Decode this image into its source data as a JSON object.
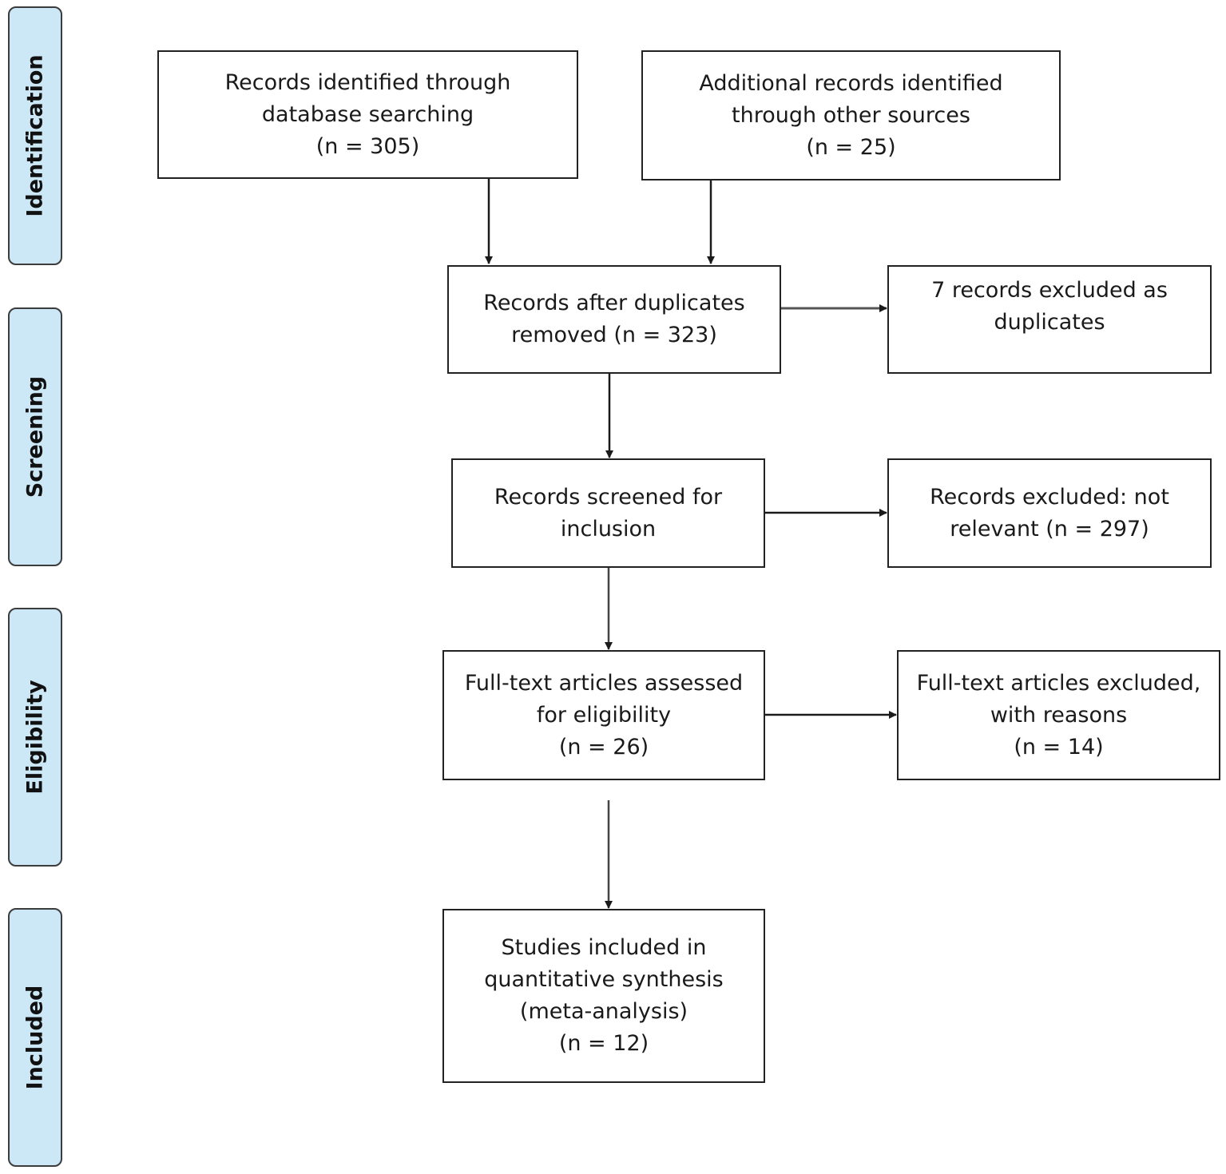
{
  "stages": {
    "identification": "Identification",
    "screening": "Screening",
    "eligibility": "Eligibility",
    "included": "Included"
  },
  "boxes": {
    "database_records": "Records identified through\ndatabase searching\n(n = 305)",
    "other_records": "Additional records identified\nthrough other sources\n(n = 25)",
    "after_duplicates": "Records after duplicates\nremoved (n = 323)",
    "duplicates_excluded": "7 records excluded as\nduplicates",
    "screened": "Records screened for\ninclusion",
    "not_relevant": "Records excluded: not\nrelevant (n = 297)",
    "fulltext_assessed": "Full-text articles assessed\nfor eligibility\n(n = 26)",
    "fulltext_excluded": "Full-text articles excluded,\nwith reasons\n(n = 14)",
    "included_studies": "Studies included in\nquantitative synthesis\n(meta-analysis)\n(n = 12)"
  }
}
